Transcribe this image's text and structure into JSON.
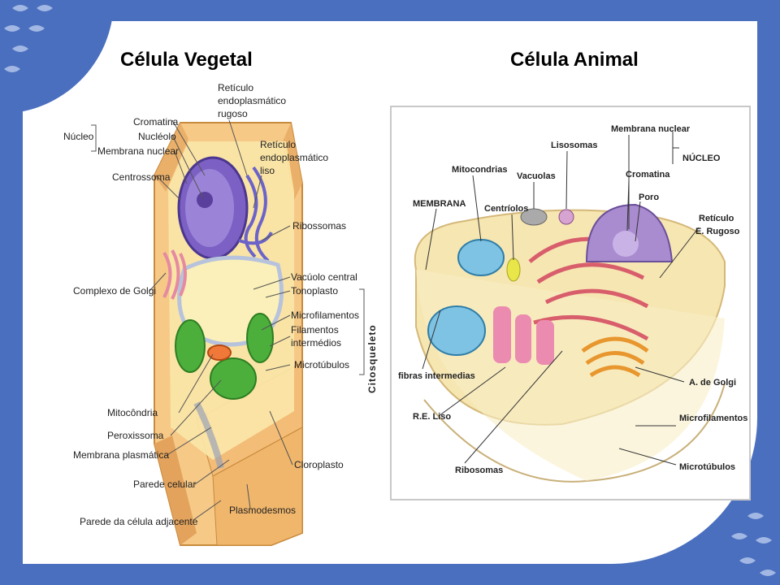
{
  "titles": {
    "plant": "Célula Vegetal",
    "animal": "Célula Animal"
  },
  "plant_labels": {
    "nucleo": "Núcleo",
    "cromatina": "Cromatina",
    "nucleolo": "Nucléolo",
    "membrana_nuclear": "Membrana nuclear",
    "centrossoma": "Centrossoma",
    "ret_rugoso_1": "Retículo",
    "ret_rugoso_2": "endoplasmático",
    "ret_rugoso_3": "rugoso",
    "ret_liso_1": "Retículo",
    "ret_liso_2": "endoplasmático",
    "ret_liso_3": "liso",
    "ribossomas": "Ribossomas",
    "complexo_golgi": "Complexo de Golgi",
    "vacuolo_central": "Vacúolo central",
    "tonoplasto": "Tonoplasto",
    "microfilamentos": "Microfilamentos",
    "filamentos_1": "Filamentos",
    "filamentos_2": "intermédios",
    "microtubulos": "Microtúbulos",
    "citosqueleto": "Citosqueleto",
    "mitocondria": "Mitocôndria",
    "peroxissoma": "Peroxissoma",
    "membrana_plasmatica": "Membrana plasmática",
    "cloroplasto": "Cloroplasto",
    "parede_celular": "Parede celular",
    "plasmodesmos": "Plasmodesmos",
    "parede_adjacente": "Parede da célula adjacente"
  },
  "animal_labels": {
    "membrana_nuclear": "Membrana nuclear",
    "nucleo": "NÚCLEO",
    "lisosomas": "Lisosomas",
    "mitocondrias": "Mitocondrias",
    "vacuolas": "Vacuolas",
    "cromatina": "Cromatina",
    "membrana": "MEMBRANA",
    "centriolos": "Centríolos",
    "poro": "Poro",
    "reticulo_1": "Retículo",
    "reticulo_2": "E. Rugoso",
    "fibras": "fibras intermedias",
    "golgi": "A. de Golgi",
    "re_liso": "R.E. Liso",
    "microfilamentos": "Microfilamentos",
    "ribosomas": "Ribosomas",
    "microtubulos": "Microtúbulos"
  },
  "colors": {
    "frame": "#4a6fbf",
    "wall": "#f3c07a",
    "chloroplast": "#4caf3c",
    "nucleus": "#7a5fc0",
    "golgi": "#e58aa0",
    "cytoplasm": "#f7eab0"
  }
}
